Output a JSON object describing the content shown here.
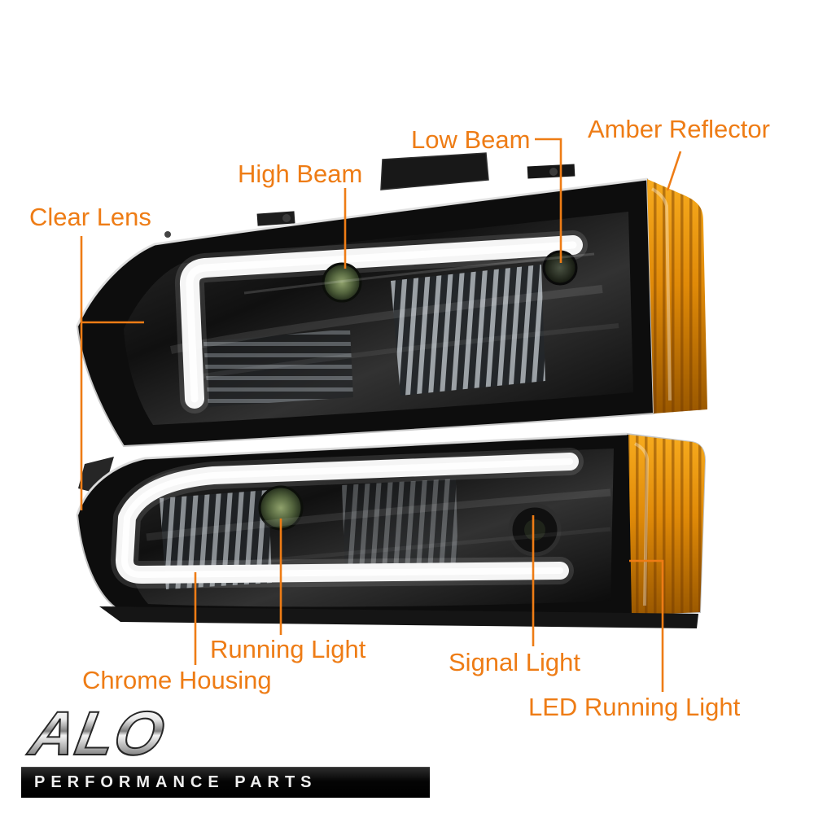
{
  "labels": {
    "clear_lens": "Clear Lens",
    "high_beam": "High Beam",
    "low_beam": "Low Beam",
    "amber_reflector": "Amber Reflector",
    "running_light": "Running Light",
    "chrome_housing": "Chrome Housing",
    "signal_light": "Signal Light",
    "led_running_light": "LED Running Light"
  },
  "logo": {
    "brand": "ALO",
    "tagline": "PERFORMANCE PARTS"
  },
  "colors": {
    "label_orange": "#ee7c15",
    "leader_line": "#ee7c15",
    "amber_reflector": "#e8920c",
    "housing_black": "#0d0d0d",
    "led_tube_white": "#f5f5f5",
    "background": "#ffffff"
  }
}
